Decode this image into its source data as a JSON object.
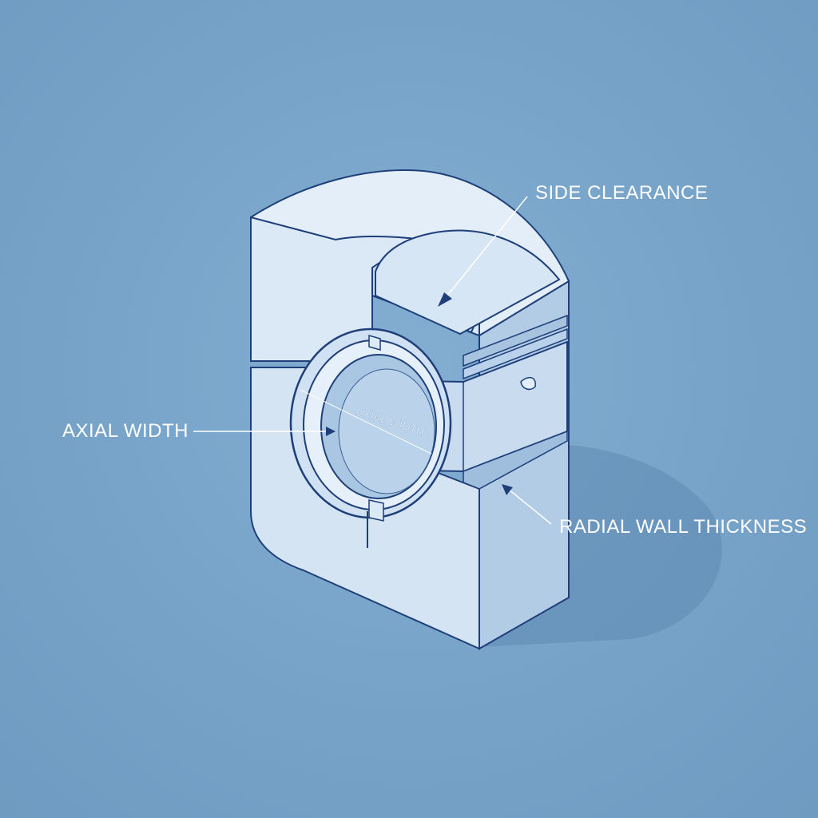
{
  "diagram": {
    "labels": {
      "side_clearance": "SIDE CLEARANCE",
      "axial_width": "AXIAL WIDTH",
      "radial_wall_thickness": "RADIAL WALL THICKNESS",
      "embossed_axial_width": "AXIAL WIDTH"
    },
    "colors": {
      "background": "#7aa6cb",
      "body_light": "#dce9f6",
      "body_mid": "#c4d9ee",
      "body_shade": "#a9c5e2",
      "outline": "#1e3f7a",
      "shadow": "#5f8ab3",
      "callout_text": "#ffffff"
    }
  }
}
